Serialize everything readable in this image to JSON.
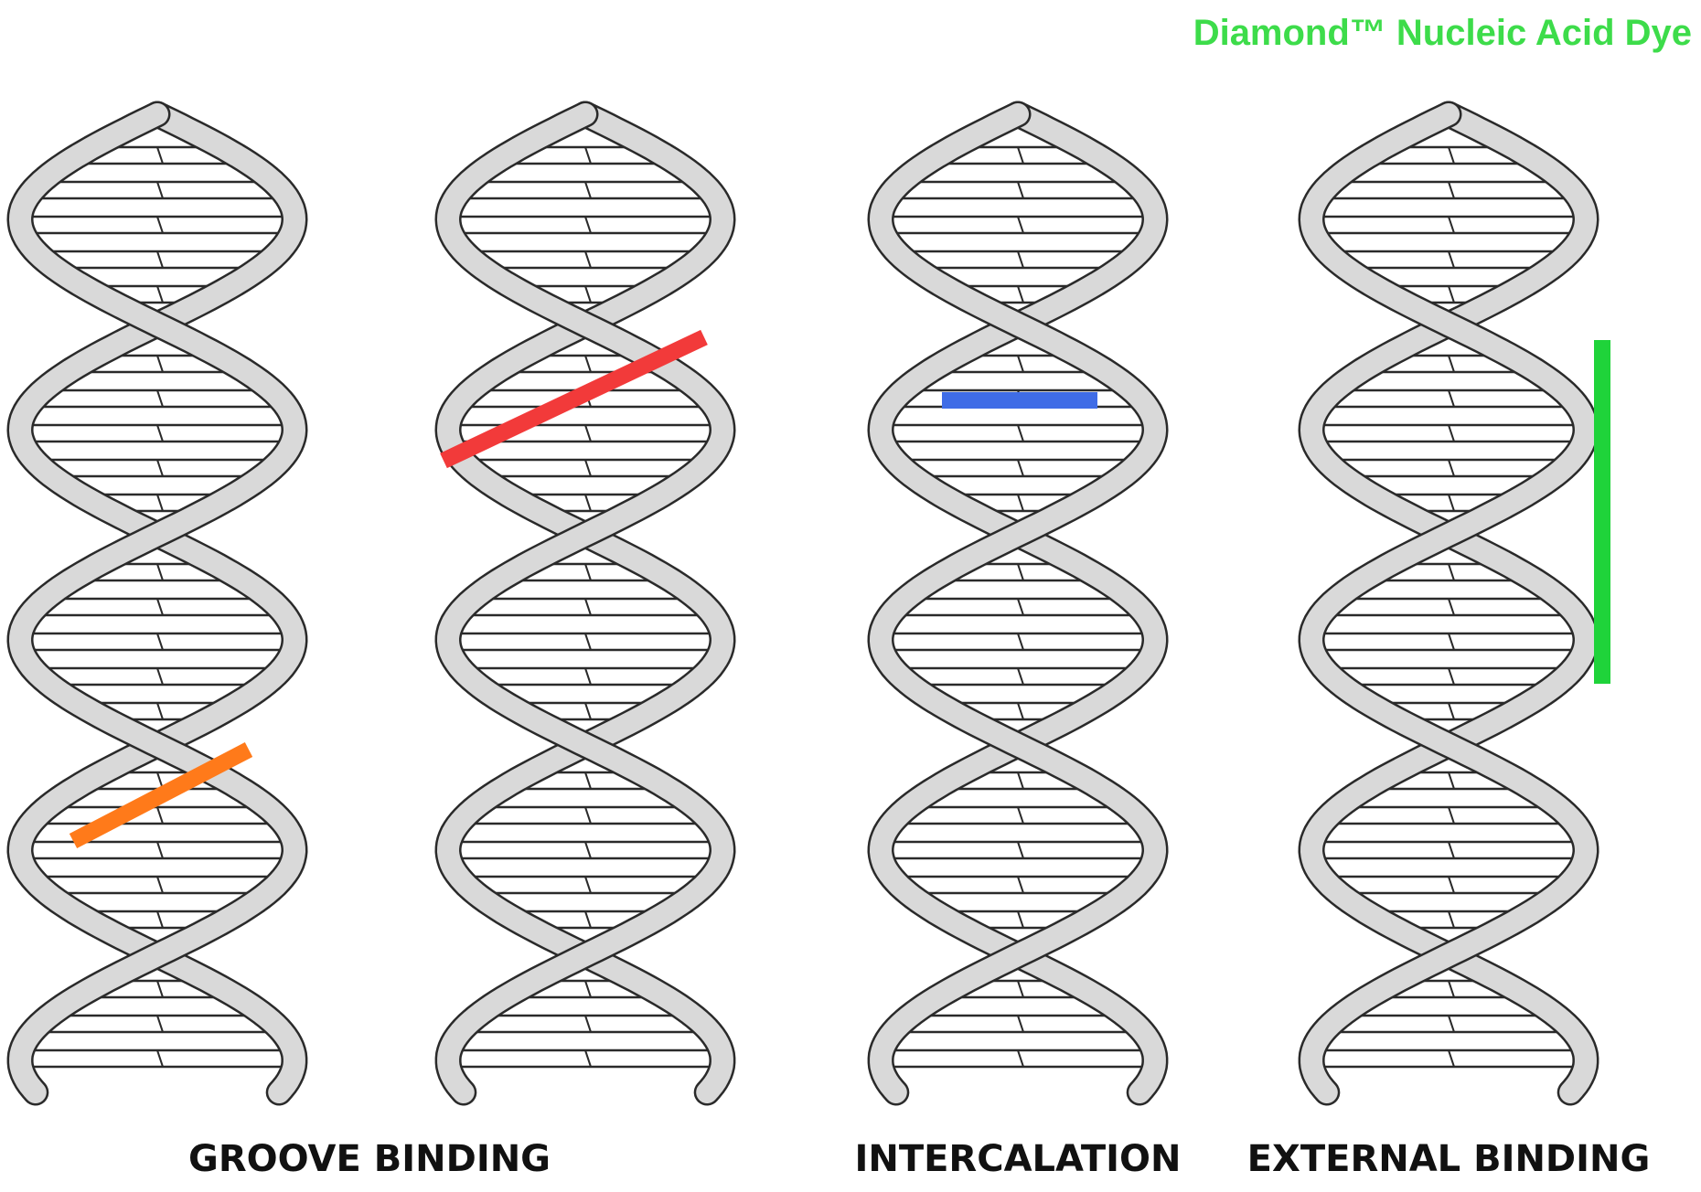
{
  "brand_label": "Diamond™ Nucleic Acid Dye",
  "colors": {
    "brand": "#3ddc4a",
    "helix_fill": "#d9d9d9",
    "helix_stroke": "#2a2a2a",
    "rung_fill": "#ffffff",
    "orange": "#ff7a1a",
    "red": "#f23a3a",
    "blue": "#3f6ce6",
    "green": "#1fd33a"
  },
  "captions": {
    "groove": "GROOVE BINDING",
    "intercalation": "INTERCALATION",
    "external": "EXTERNAL BINDING"
  }
}
